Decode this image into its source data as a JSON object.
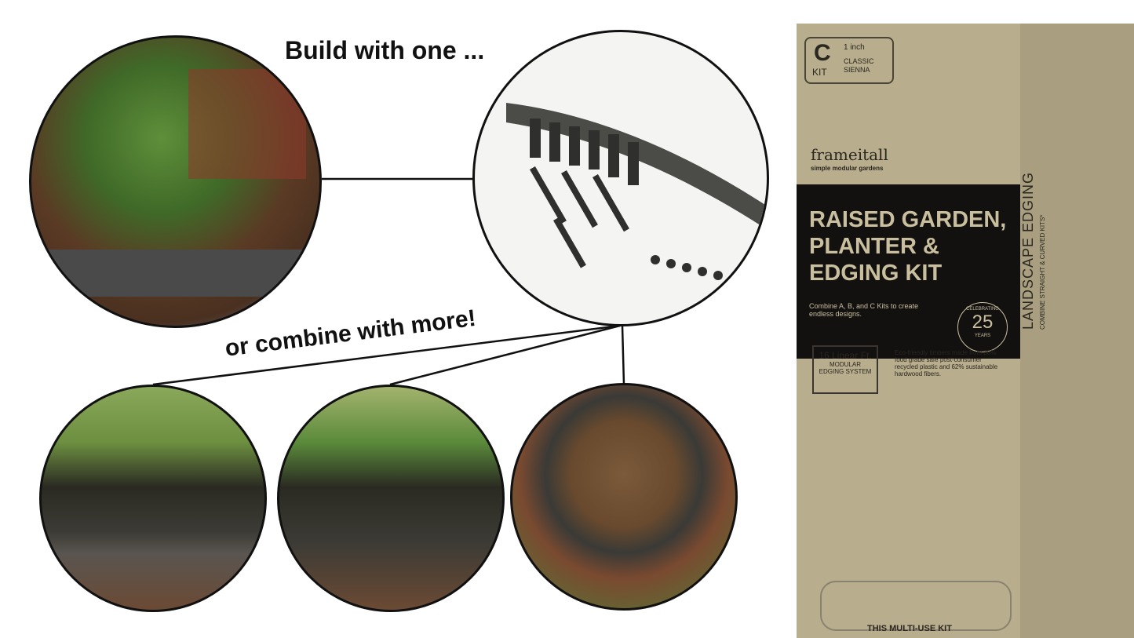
{
  "headlines": {
    "build": "Build with one ...",
    "combine": "or combine with more!"
  },
  "box": {
    "kit_letter": "C",
    "kit_label": "KIT",
    "size": "1 inch",
    "color_line1": "CLASSIC",
    "color_line2": "SIENNA",
    "brand": "frameitall",
    "brand_tagline": "simple modular gardens",
    "title_line1": "RAISED GARDEN,",
    "title_line2": "PLANTER &",
    "title_line3": "EDGING KIT",
    "combine_text": "Combine A, B, and C Kits to create endless designs.",
    "celebrating": "CELEBRATING",
    "years_number": "25",
    "years_label": "YEARS",
    "linear_ft": "16 Linear Ft.",
    "modular_line1": "MODULAR",
    "modular_line2": "EDGING SYSTEM",
    "eco_text": "Eco-friendly timbers made from 38% food grade safe post-consumer recycled plastic and 62% sustainable hardwood fibers.",
    "side_title": "LANDSCAPE EDGING",
    "side_subtitle": "COMBINE STRAIGHT & CURVED KITS*",
    "bottom_text": "THIS MULTI-USE KIT"
  }
}
